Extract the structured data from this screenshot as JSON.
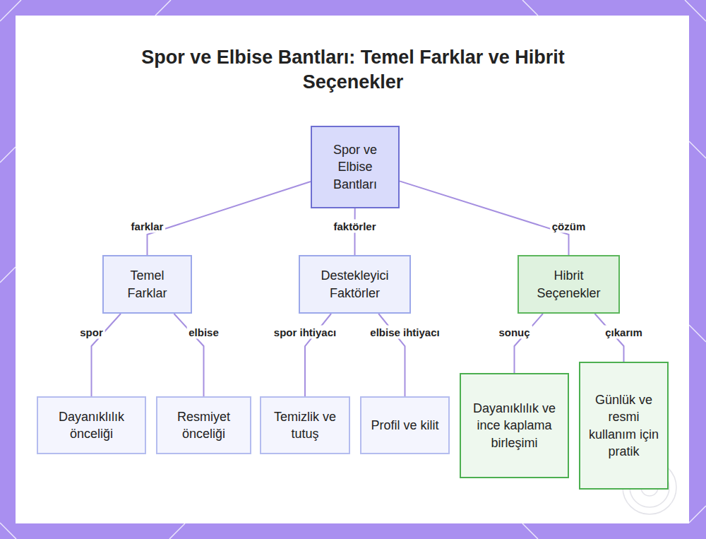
{
  "diagram": {
    "title": "Spor ve Elbise Bantları: Temel Farklar ve Hibrit Seçenekler",
    "nodes": [
      {
        "text": [
          "Spor ve Elbise Bantları"
        ]
      },
      {
        "text": [
          "Temel Farklar"
        ]
      },
      {
        "text": [
          "Destekleyici Faktörler"
        ]
      },
      {
        "text": [
          "Hibrit Seçenekler"
        ]
      },
      {
        "text": [
          "Dayanıklılık önceliği"
        ]
      },
      {
        "text": [
          "Resmiyet önceliği"
        ]
      },
      {
        "text": [
          "Temizlik ve tutuş"
        ]
      },
      {
        "text": [
          "Profil ve kilit"
        ]
      },
      {
        "text": [
          "Dayanıklılık ve ince kaplama birleşimi"
        ]
      },
      {
        "text": [
          "Günlük ve resmi kullanım için pratik"
        ]
      }
    ],
    "edges": [
      {
        "from": 0,
        "to": 1,
        "label": "farklar",
        "arrow": "none"
      },
      {
        "from": 0,
        "to": 2,
        "label": "faktörler",
        "arrow": "none"
      },
      {
        "from": 0,
        "to": 3,
        "label": "çözüm",
        "arrow": "none"
      },
      {
        "from": 1,
        "to": 4,
        "label": "spor",
        "arrow": "none"
      },
      {
        "from": 1,
        "to": 5,
        "label": "elbise",
        "arrow": "none"
      },
      {
        "from": 2,
        "to": 6,
        "label": "spor ihtiyacı",
        "arrow": "none"
      },
      {
        "from": 2,
        "to": 7,
        "label": "elbise ihtiyacı",
        "arrow": "none"
      },
      {
        "from": 3,
        "to": 8,
        "label": "sonuç",
        "arrow": "none"
      },
      {
        "from": 3,
        "to": 9,
        "label": "çıkarım",
        "arrow": "none"
      }
    ]
  }
}
